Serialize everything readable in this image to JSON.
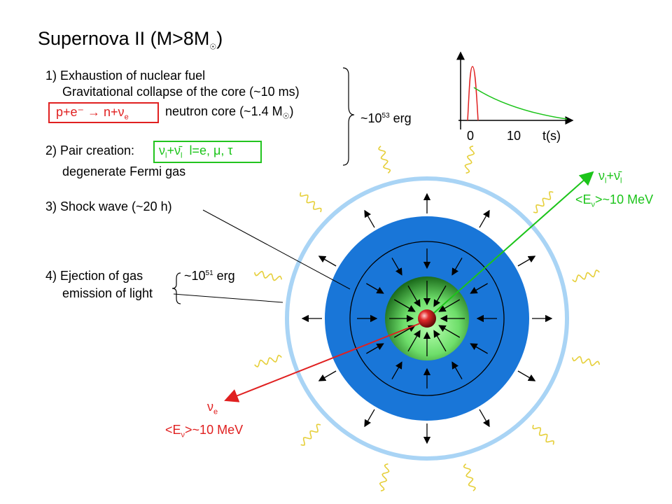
{
  "title": {
    "text": "Supernova II (M>8M",
    "sub": "☉",
    "close": ")"
  },
  "stage1": {
    "line1": "1) Exhaustion of nuclear fuel",
    "line2": "Gravitational collapse of the core (~10 ms)",
    "reaction": "p+e⁻ → n+ν",
    "reaction_sub": "e",
    "neutron_core": "neutron core (~1.4 M",
    "neutron_core_sub": "☉",
    "neutron_core_close": ")"
  },
  "stage2": {
    "label": "2) Pair creation:",
    "pair": "ν",
    "pair_sub": "l",
    "pair_mid": "+ν̄",
    "pair_sub2": "l",
    "flavors": "l=e, μ, τ",
    "line2": "degenerate Fermi gas"
  },
  "stage3": {
    "label": "3) Shock wave (~20 h)"
  },
  "stage4": {
    "line1": "4) Ejection of gas",
    "line2": "emission of light",
    "energy_base": "~10",
    "energy_exp": "51",
    "energy_unit": " erg"
  },
  "energy53": {
    "base": "~10",
    "exp": "53",
    "unit": " erg"
  },
  "timing_plot": {
    "tick0": "0",
    "tick10": "10",
    "axis": "t(s)"
  },
  "nu_mu_tau": {
    "symbol": "ν",
    "sub": "l",
    "plus": "+ν̄",
    "sub2": "l",
    "energy": "<E",
    "energy_sub": "ν",
    "energy_rest": ">~10 MeV"
  },
  "nu_e": {
    "symbol": "ν",
    "sub": "e",
    "energy": "<E",
    "energy_sub": "ν",
    "energy_rest": ">~10 MeV"
  },
  "colors": {
    "outer_blue": "#1976d8",
    "shell_blue": "#a9d4f5",
    "core_green_light": "#99f299",
    "core_green_dark": "#1c6b1c",
    "red": "#e02020",
    "green": "#1cc41a",
    "wave": "#e6cf3a"
  }
}
